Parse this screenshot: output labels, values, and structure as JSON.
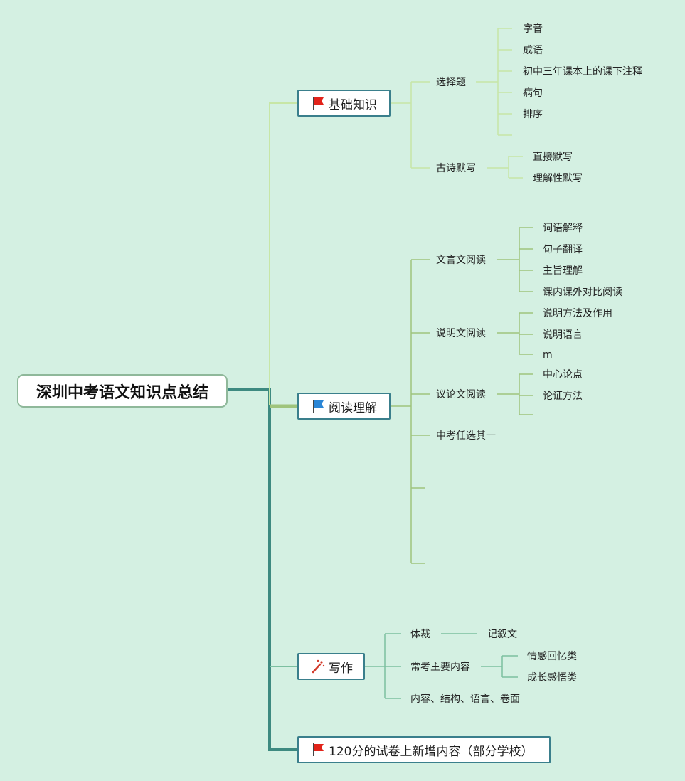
{
  "root": {
    "label": "深圳中考语文知识点总结"
  },
  "colors": {
    "background": "#d4f0e2",
    "trunk": "#3d8a80",
    "branch_basics": "#c7e6a6",
    "branch_reading": "#9fc47c",
    "branch_writing": "#7cbfa0",
    "flag_red": "#e2231a",
    "flag_blue": "#2b86d6"
  },
  "branches": {
    "basics": {
      "label": "基础知识",
      "icon": "red-flag-icon",
      "xuanze": {
        "label": "选择题",
        "items": [
          "字音",
          "成语",
          "初中三年课本上的课下注释",
          "病句",
          "排序"
        ]
      },
      "gushi": {
        "label": "古诗默写",
        "items": [
          "直接默写",
          "理解性默写"
        ]
      }
    },
    "reading": {
      "label": "阅读理解",
      "icon": "blue-flag-icon",
      "wenyan": {
        "label": "文言文阅读",
        "items": [
          "词语解释",
          "句子翻译",
          "主旨理解",
          "课内课外对比阅读"
        ]
      },
      "shuoming": {
        "label": "说明文阅读",
        "items": [
          "说明方法及作用",
          "说明语言",
          "m"
        ]
      },
      "yilun": {
        "label": "议论文阅读",
        "items": [
          "中心论点",
          "论证方法"
        ]
      },
      "zhongkao": {
        "label": "中考任选其一"
      }
    },
    "writing": {
      "label": "写作",
      "icon": "magic-wand-icon",
      "ticai": {
        "label": "体裁",
        "items": [
          "记叙文"
        ]
      },
      "changkao": {
        "label": "常考主要内容",
        "items": [
          "情感回忆类",
          "成长感悟类"
        ]
      },
      "neirong": {
        "label": "内容、结构、语言、卷面"
      }
    },
    "extra": {
      "label": "120分的试卷上新增内容（部分学校）",
      "icon": "red-flag-icon"
    }
  }
}
